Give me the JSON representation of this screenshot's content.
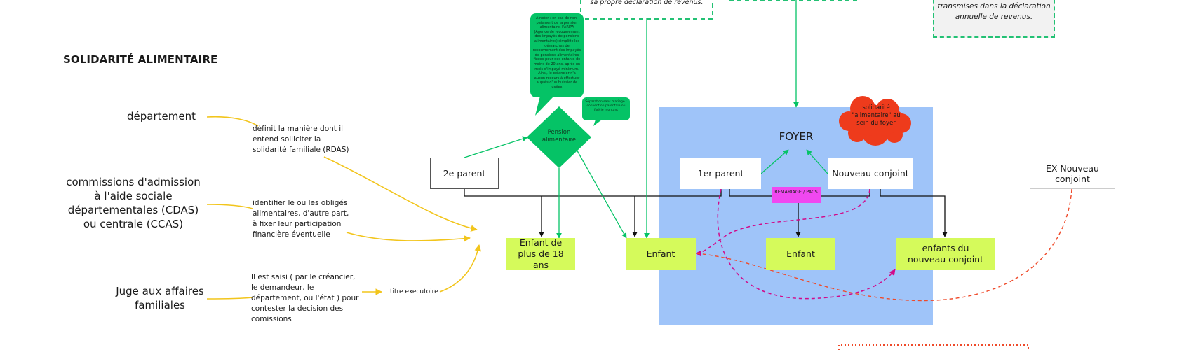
{
  "section_title": "SOLIDARITÉ ALIMENTAIRE",
  "actors": {
    "departement": "département",
    "commissions": "commissions d'admission à l'aide sociale départementales (CDAS) ou centrale (CCAS)",
    "juge": "Juge aux affaires familiales"
  },
  "notes": {
    "departement": "définit la manière dont il entend solliciter la solidarité familiale (RDAS)",
    "commissions": "identifier le ou les obligés alimentaires, d'autre part, à fixer leur participation financière éventuelle",
    "juge": "Il est saisi ( par le créancier, le demandeur, le département, ou l'état ) pour contester la decision des comissions",
    "titre": "titre executoire"
  },
  "top_cards": {
    "left_text": "sa propre déclaration de revenus.",
    "right_text": "transmises dans la déclaration annuelle de revenus."
  },
  "callouts": {
    "pension_note": "A noter : en cas de non-paiement de la pension alimentaire, l'ARIPA (Agence de recouvrement des impayés de pensions alimentaires) simplifie les démarches de recouvrement des impayés de pensions alimentaires fixées pour des enfants de moins de 20 ans, après un mois d'impayé minimum. Ainsi, le créancier n'a aucun recours à effectuer auprès d'un huissier de justice.",
    "separation_note": "Séparation sans mariage : convention parentale ou fixé le montant"
  },
  "diamond_label": "Pension alimentaire",
  "foyer": {
    "title": "FOYER",
    "cloud_label": "solidarité \"alimentaire\" au sein du foyer",
    "remariage": "REMARIAGE / PACS"
  },
  "people": {
    "second_parent": "2e parent",
    "first_parent": "1er parent",
    "new_spouse": "Nouveau conjoint",
    "ex_new_spouse": "EX-Nouveau conjoint"
  },
  "children": {
    "adult_child": "Enfant de plus de 18 ans",
    "child_a": "Enfant",
    "child_b": "Enfant",
    "spouse_children": "enfants du nouveau conjoint"
  },
  "colors": {
    "foyer_bg": "#9fc4f9",
    "child_box": "#d5fa5b",
    "green": "#05c366",
    "yellow_arrow": "#f2c51c",
    "magenta_dash": "#d10a8a",
    "red_cloud": "#ee3b1c",
    "red_dash": "#ef4a2a"
  }
}
